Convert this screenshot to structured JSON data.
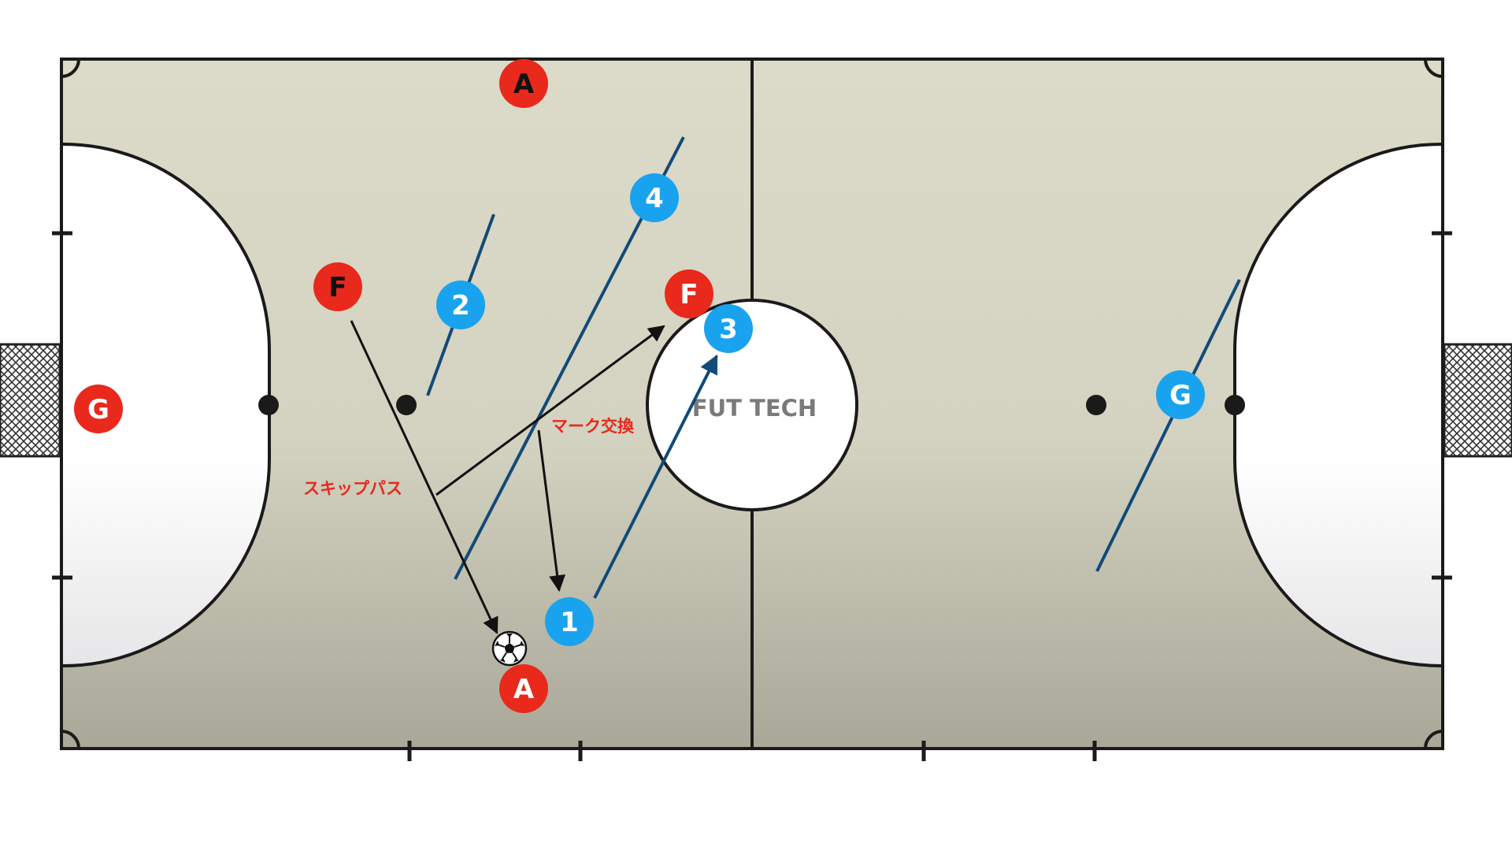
{
  "watermark": "FUT TECH",
  "annotations": {
    "skip_pass": "スキップパス",
    "mark_switch": "マーク交換"
  },
  "colors": {
    "court_top": "#dcdac8",
    "court_bottom": "#a9a798",
    "line": "#1a1a1a",
    "opponent": "#e8291c",
    "team": "#19a3ee",
    "team_line": "#124a78",
    "annotation": "#e8291c",
    "watermark": "#7a7a7a"
  },
  "players": {
    "opponent_a_top": "A",
    "opponent_f_left": "F",
    "opponent_f_center": "F",
    "opponent_a_bottom": "A",
    "opponent_goalkeeper": "G",
    "team_1": "1",
    "team_2": "2",
    "team_3": "3",
    "team_4": "4",
    "team_goalkeeper": "G"
  },
  "ball_icon": "soccer-ball-icon"
}
